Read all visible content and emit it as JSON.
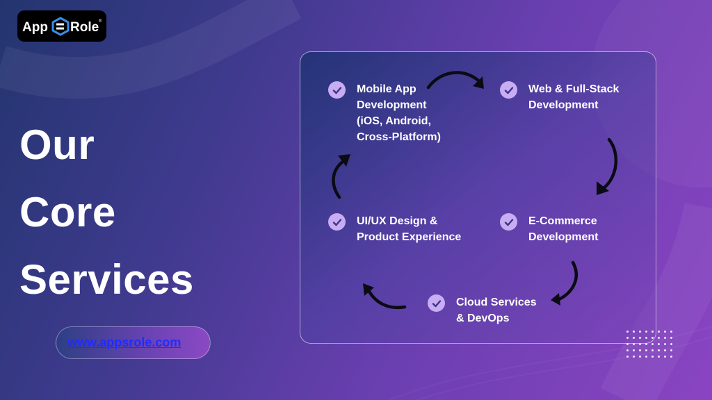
{
  "brand": {
    "name": "AppsRole"
  },
  "headline": {
    "line1": "Our",
    "line2": "Core",
    "line3": "Services"
  },
  "website": {
    "text": "www.appsrole.com"
  },
  "services": [
    {
      "label": "Mobile App\nDevelopment\n(iOS, Android,\nCross-Platform)",
      "icon": "check-icon"
    },
    {
      "label": "Web & Full-Stack\nDevelopment",
      "icon": "check-icon"
    },
    {
      "label": "E-Commerce\nDevelopment",
      "icon": "check-icon"
    },
    {
      "label": "Cloud Services\n& DevOps",
      "icon": "check-icon"
    },
    {
      "label": "UI/UX Design &\nProduct Experience",
      "icon": "check-icon"
    }
  ],
  "colors": {
    "check_bg": "#c8adf4",
    "check_mark": "#3b3585",
    "link": "#1f2cff",
    "arrow": "#0b0b14"
  }
}
